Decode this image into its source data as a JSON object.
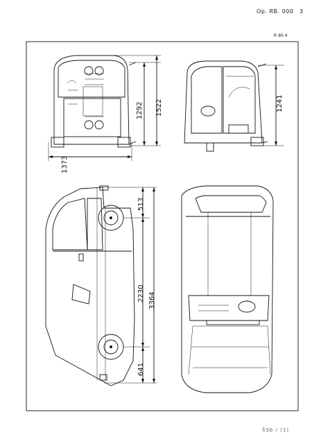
{
  "header": {
    "page_ref": "Op. RB. 000",
    "page_number": "3",
    "figure_code": "R 80.4"
  },
  "footer": {
    "code": "ŠSb / (1)"
  },
  "dimensions": {
    "front_height": "1292",
    "front_overall_height": "1522",
    "front_width": "1373",
    "rear_height": "1241",
    "front_overhang": "513",
    "wheelbase": "2230",
    "overall_length": "3364",
    "rear_overhang": "641"
  }
}
